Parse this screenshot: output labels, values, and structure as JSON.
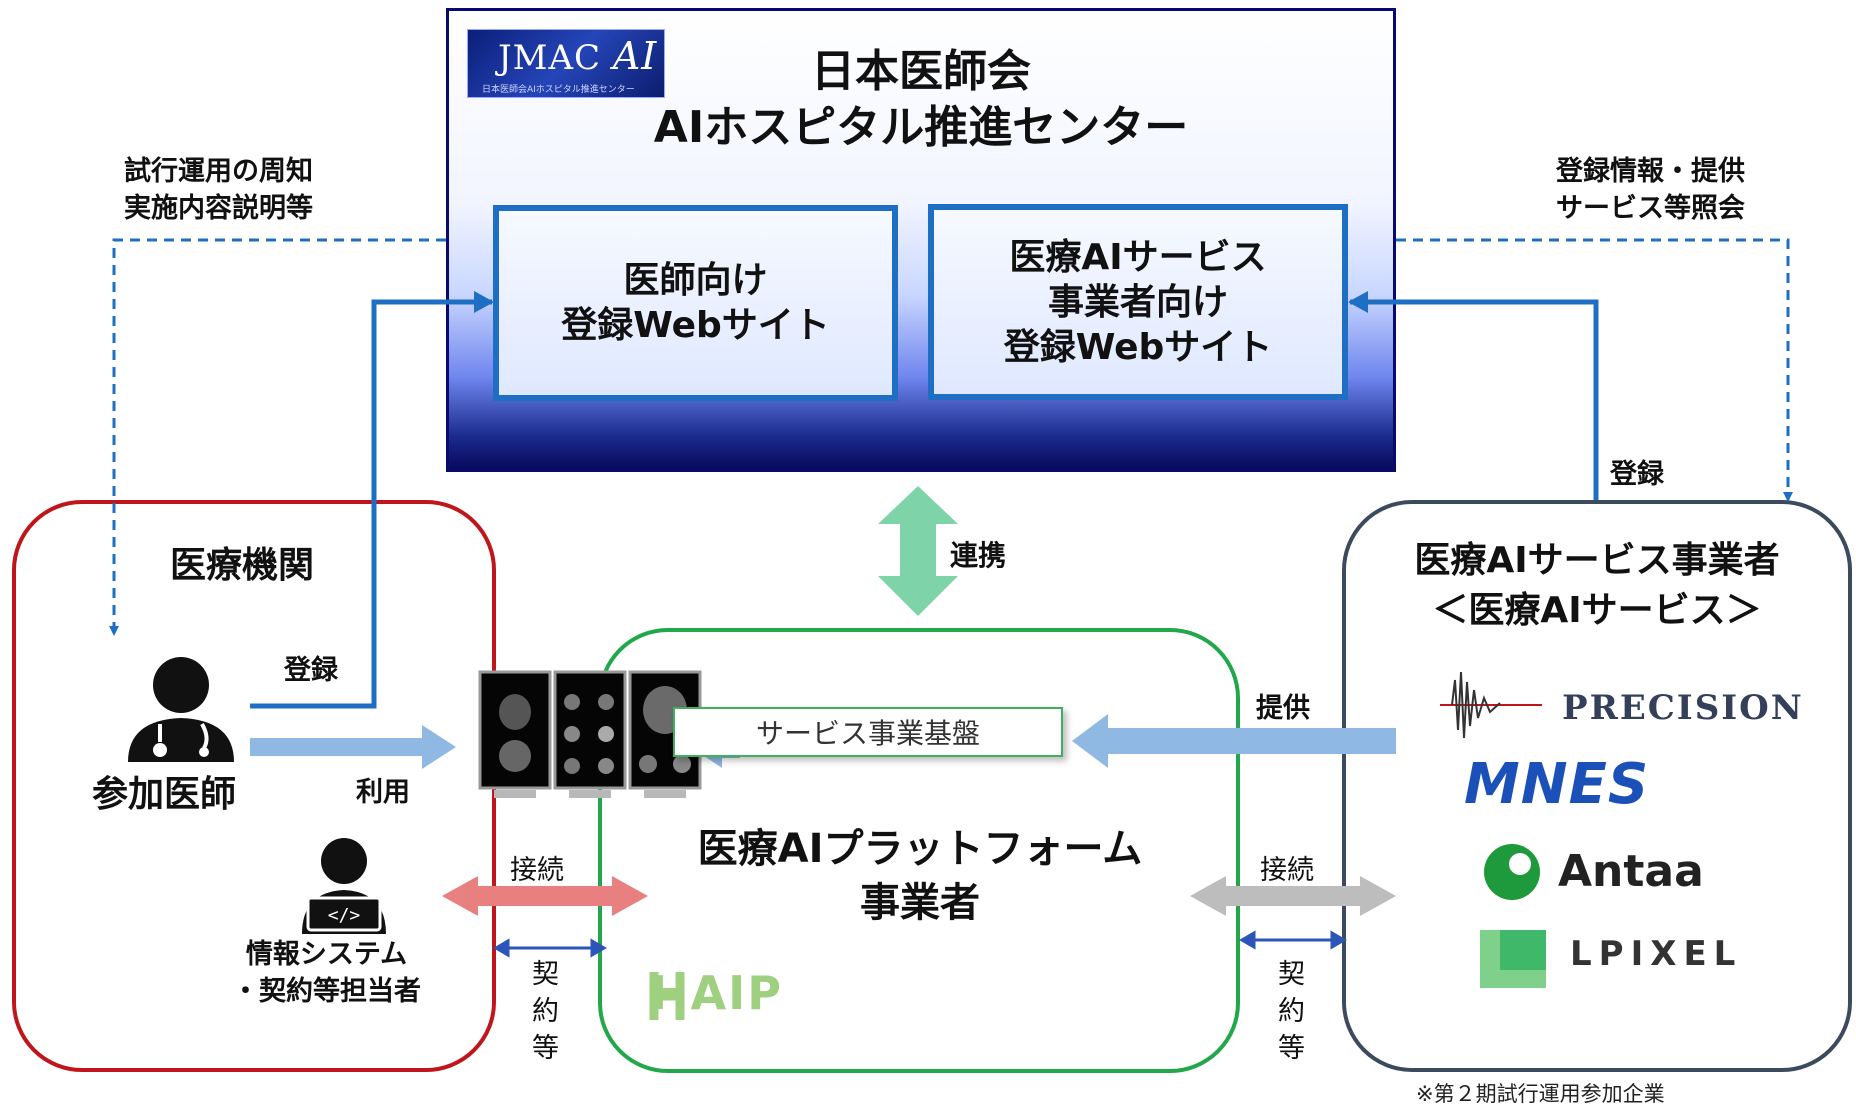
{
  "center": {
    "logo_main": "JMAC",
    "logo_ai": "AI",
    "logo_sub": "日本医師会AIホスピタル推進センター",
    "title_line1": "日本医師会",
    "title_line2": "AIホスピタル推進センター",
    "doctor_site_line1": "医師向け",
    "doctor_site_line2": "登録Webサイト",
    "vendor_site_line1": "医療AIサービス",
    "vendor_site_line2": "事業者向け",
    "vendor_site_line3": "登録Webサイト"
  },
  "left_top_note": {
    "line1": "試行運用の周知",
    "line2": "実施内容説明等"
  },
  "right_top_note": {
    "line1": "登録情報・提供",
    "line2": "サービス等照会"
  },
  "hospital": {
    "title": "医療機関",
    "doctor_label": "参加医師",
    "register_label": "登録",
    "use_label": "利用",
    "it_staff_line1": "情報システム",
    "it_staff_line2": "・契約等担当者"
  },
  "link_label": "連携",
  "platform_vendor": {
    "title_line1": "医療AIプラットフォーム",
    "title_line2": "事業者",
    "service_base": "サービス事業基盤",
    "logo": "HAIP"
  },
  "ai_vendor": {
    "title_line1": "医療AIサービス事業者",
    "title_line2": "＜医療AIサービス＞",
    "register_label": "登録",
    "provide_label": "提供",
    "companies": [
      "PRECISION",
      "MNES",
      "Antaa",
      "LPIXEL"
    ],
    "footnote": "※第２期試行運用参加企業"
  },
  "connect_left": {
    "connect": "接続",
    "contract": [
      "契",
      "約",
      "等"
    ]
  },
  "connect_right": {
    "connect": "接続",
    "contract": [
      "契",
      "約",
      "等"
    ]
  },
  "colors": {
    "blue_line": "#1e6fc4",
    "hospital_border": "#c0151b",
    "platform_border": "#22a84a",
    "vendor_border": "#3c4a5e",
    "light_arrow": "#8fb9e2",
    "link_arrow": "#7fd3a8",
    "red_arrow": "#e88080",
    "gray_arrow": "#bdbdbd"
  },
  "icons": [
    "doctor-icon",
    "developer-icon",
    "ct-monitor-icon"
  ]
}
